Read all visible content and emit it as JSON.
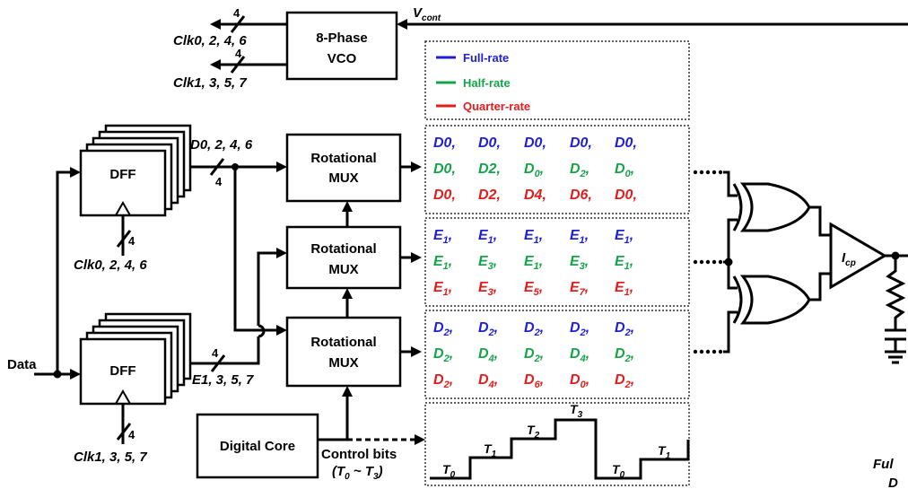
{
  "vco": {
    "line1": "8-Phase",
    "line2": "VCO",
    "vcont_main": "V",
    "vcont_sub": "cont"
  },
  "clocks": {
    "clk_even": "Clk0, 2, 4, 6",
    "clk_odd": "Clk1, 3, 5, 7",
    "bus_width": "4"
  },
  "dff": {
    "label": "DFF"
  },
  "input": {
    "data": "Data"
  },
  "bus": {
    "d_even": "D0, 2, 4, 6",
    "e_odd": "E1, 3, 5, 7"
  },
  "mux": {
    "line1": "Rotational",
    "line2": "MUX"
  },
  "core": {
    "label": "Digital Core",
    "control1": "Control bits",
    "control2": "(T",
    "control_sub0": "0",
    "control_mid": " ~ T",
    "control_sub3": "3",
    "control_end": ")"
  },
  "legend": [
    {
      "label": "Full-rate",
      "color": "#1f1fd6"
    },
    {
      "label": "Half-rate",
      "color": "#17a34a"
    },
    {
      "label": "Quarter-rate",
      "color": "#e11d1d"
    }
  ],
  "sequences": {
    "d_full": [
      "D0",
      "D0",
      "D0",
      "D0",
      "D0"
    ],
    "d_half": [
      "D0",
      "D2",
      "D0",
      "D2",
      "D0"
    ],
    "d_quarter": [
      "D0",
      "D2",
      "D4",
      "D6",
      "D0"
    ],
    "e_full": [
      "E1",
      "E1",
      "E1",
      "E1",
      "E1"
    ],
    "e_half": [
      "E1",
      "E3",
      "E1",
      "E3",
      "E1"
    ],
    "e_quarter": [
      "E1",
      "E3",
      "E5",
      "E7",
      "E1"
    ],
    "d2_full": [
      "D2",
      "D2",
      "D2",
      "D2",
      "D2"
    ],
    "d2_half": [
      "D2",
      "D4",
      "D2",
      "D4",
      "D2"
    ],
    "d2_quarter": [
      "D2",
      "D4",
      "D6",
      "D0",
      "D2"
    ]
  },
  "timing": {
    "t0": "T",
    "t0_sub": "0",
    "t1": "T",
    "t1_sub": "1",
    "t2": "T",
    "t2_sub": "2",
    "t3": "T",
    "t3_sub": "3"
  },
  "charge_pump": {
    "label": "I",
    "sub": "cp"
  },
  "cut_text": {
    "line1": "Ful",
    "line2": "D"
  }
}
